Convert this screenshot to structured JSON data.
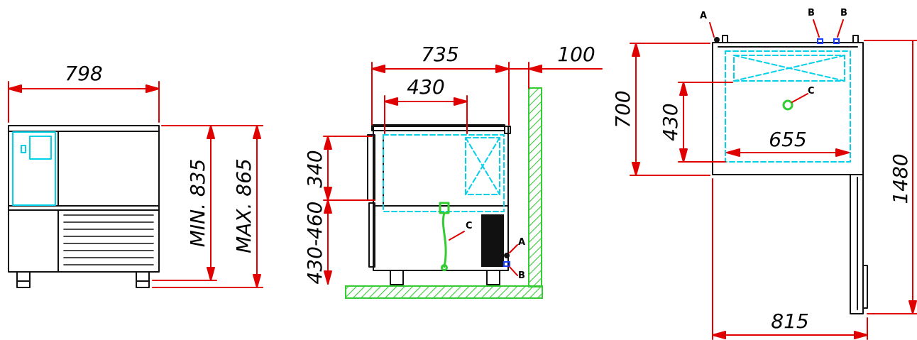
{
  "colors": {
    "outline": "#111111",
    "dimension": "#e00000",
    "hidden": "#00d0e8",
    "floor": "#33cc33",
    "pipe": "#33cc33",
    "connector_b": "#1a3cff",
    "text": "#000000"
  },
  "front_view": {
    "width_label": "798",
    "min_height_label": "MIN. 835",
    "max_height_label": "MAX. 865"
  },
  "side_view": {
    "depth_label": "735",
    "inner_depth_label": "430",
    "wall_gap_label": "100",
    "upper_height_label": "340",
    "lower_height_label": "430-460",
    "marker_a": "A",
    "marker_b": "B",
    "marker_c": "C"
  },
  "top_view": {
    "depth_label": "700",
    "inner_height_label": "430",
    "inner_width_label": "655",
    "total_width_label": "815",
    "door_open_label": "1480",
    "marker_a": "A",
    "marker_b1": "B",
    "marker_b2": "B",
    "marker_c": "C"
  }
}
